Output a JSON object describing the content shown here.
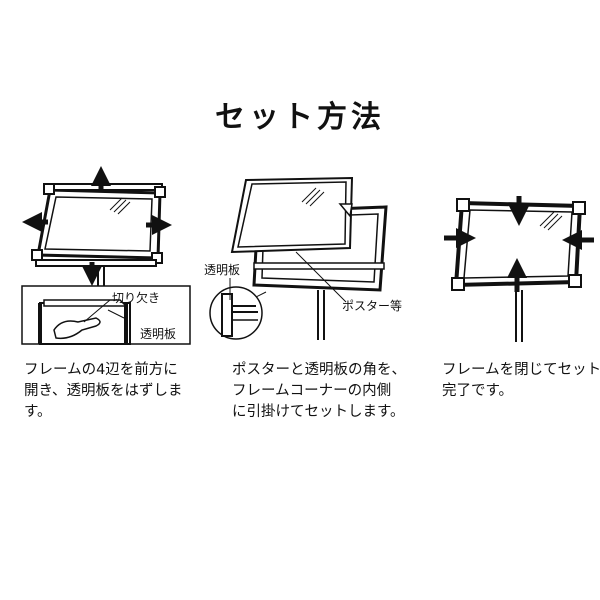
{
  "title": "セット方法",
  "labels": {
    "notch": "切り欠き",
    "clear_panel_1": "透明板",
    "clear_panel_2": "透明板",
    "poster": "ポスター等"
  },
  "steps": [
    {
      "lines": [
        "フレームの4辺を前方に",
        "開き、透明板をはずしま",
        "す。"
      ]
    },
    {
      "lines": [
        "ポスターと透明板の角を、",
        "フレームコーナーの内側",
        "に引掛けてセットします。"
      ]
    },
    {
      "lines": [
        "フレームを閉じてセット",
        "完了です。"
      ]
    }
  ]
}
